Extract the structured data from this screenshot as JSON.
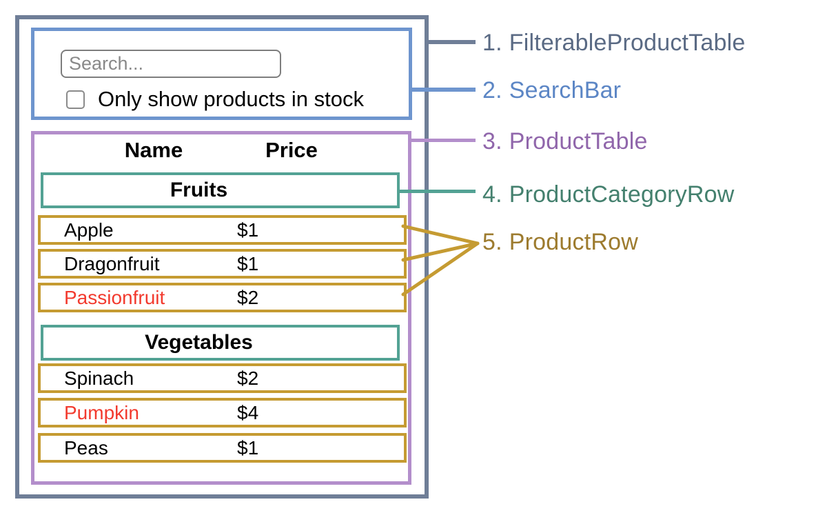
{
  "search_bar": {
    "input_placeholder": "Search...",
    "input_value": "",
    "checkbox_checked": false,
    "checkbox_label": "Only show products in stock"
  },
  "product_table": {
    "headers": {
      "name": "Name",
      "price": "Price"
    },
    "groups": [
      {
        "category": "Fruits",
        "rows": [
          {
            "name": "Apple",
            "price": "$1",
            "out_of_stock": false
          },
          {
            "name": "Dragonfruit",
            "price": "$1",
            "out_of_stock": false
          },
          {
            "name": "Passionfruit",
            "price": "$2",
            "out_of_stock": true
          }
        ]
      },
      {
        "category": "Vegetables",
        "rows": [
          {
            "name": "Spinach",
            "price": "$2",
            "out_of_stock": false
          },
          {
            "name": "Pumpkin",
            "price": "$4",
            "out_of_stock": true
          },
          {
            "name": "Peas",
            "price": "$1",
            "out_of_stock": false
          }
        ]
      }
    ]
  },
  "legend": [
    {
      "number": "1.",
      "name": "FilterableProductTable",
      "color": "#5A6A84"
    },
    {
      "number": "2.",
      "name": "SearchBar",
      "color": "#5C86C5"
    },
    {
      "number": "3.",
      "name": "ProductTable",
      "color": "#9066AB"
    },
    {
      "number": "4.",
      "name": "ProductCategoryRow",
      "color": "#44806E"
    },
    {
      "number": "5.",
      "name": "ProductRow",
      "color": "#9D7B2E"
    }
  ],
  "colors": {
    "filterable_product_table_border": "#6F7E97",
    "search_bar_border": "#6E95CE",
    "product_table_border": "#B38ECB",
    "product_category_row_border": "#53A294",
    "product_row_border": "#C59B32",
    "out_of_stock_text": "#F23A2E"
  }
}
